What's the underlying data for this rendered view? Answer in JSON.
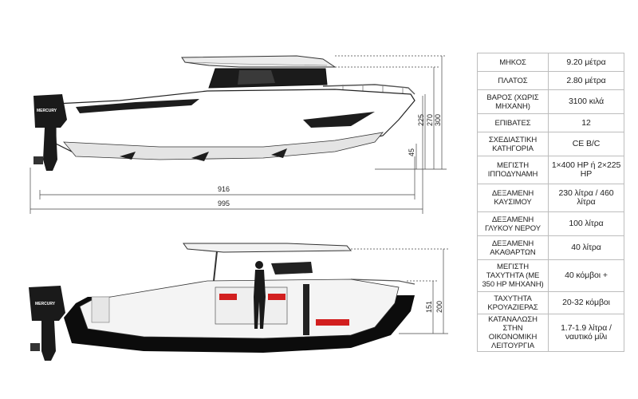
{
  "brand_text": "MERCURY",
  "dimensions": {
    "side_length_waterline": "916",
    "side_length_overall": "995",
    "side_height_total": "300",
    "side_height_mid": "270",
    "side_height_hull": "225",
    "side_draft": "45",
    "section_height_total": "200",
    "section_height_inner": "151"
  },
  "specs": [
    {
      "label": "ΜΗΚΟΣ",
      "value": "9.20 μέτρα"
    },
    {
      "label": "ΠΛΑΤΟΣ",
      "value": "2.80 μέτρα"
    },
    {
      "label": "ΒΑΡΟΣ (ΧΩΡΙΣ ΜΗΧΑΝΗ)",
      "value": "3100 κιλά"
    },
    {
      "label": "ΕΠΙΒΑΤΕΣ",
      "value": "12"
    },
    {
      "label": "ΣΧΕΔΙΑΣΤΙΚΗ ΚΑΤΗΓΟΡΙΑ",
      "value": "CE B/C"
    },
    {
      "label": "ΜΕΓΙΣΤΗ ΙΠΠΟΔΥΝΑΜΗ",
      "value": "1×400 HP ή 2×225 HP"
    },
    {
      "label": "ΔΕΞΑΜΕΝΗ ΚΑΥΣΙΜΟΥ",
      "value": "230 λίτρα / 460 λίτρα"
    },
    {
      "label": "ΔΕΞΑΜΕΝΗ ΓΛΥΚΟΥ ΝΕΡΟΥ",
      "value": "100 λίτρα"
    },
    {
      "label": "ΔΕΞΑΜΕΝΗ ΑΚΑΘΑΡΤΩΝ",
      "value": "40 λίτρα"
    },
    {
      "label": "ΜΕΓΙΣΤΗ ΤΑΧΥΤΗΤΑ (ΜΕ 350 HP ΜΗΧΑΝΗ)",
      "value": "40 κόμβοι +"
    },
    {
      "label": "ΤΑΧΥΤΗΤΑ ΚΡΟΥΑΖΙΕΡΑΣ",
      "value": "20-32 κόμβοι"
    },
    {
      "label": "ΚΑΤΑΝΑΛΩΣΗ ΣΤΗΝ ΟΙΚΟΝΟΜΙΚΗ ΛΕΙΤΟΥΡΓΙΑ",
      "value": "1.7-1.9 λίτρα / ναυτικό μίλι"
    }
  ]
}
